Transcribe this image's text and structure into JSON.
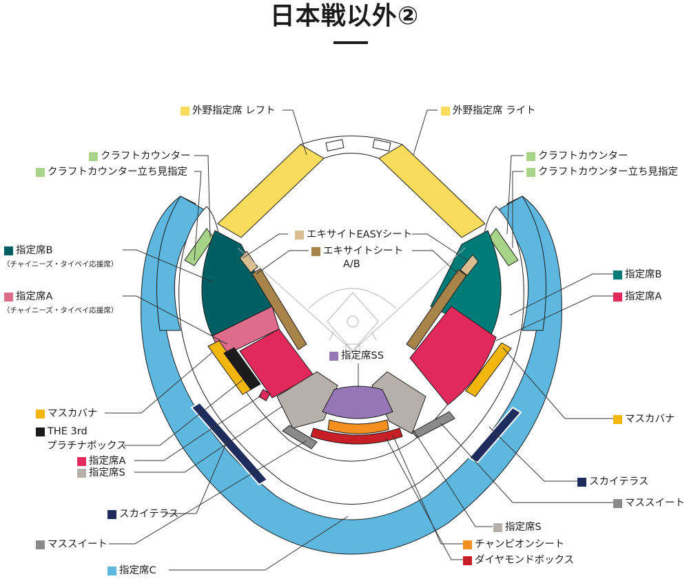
{
  "title": "日本戦以外②",
  "colors": {
    "outfield": "#f9dc5c",
    "craft": "#a8d48a",
    "reserved_b": "#005f63",
    "reserved_b_right": "#007c78",
    "reserved_a_pink": "#de6d8c",
    "reserved_a": "#e2295c",
    "mascabana": "#f2b60f",
    "the3rd": "#1b1b1b",
    "reserved_s": "#b6b0aa",
    "sky_terrace": "#1d2c5c",
    "mass_suite": "#8a8a8a",
    "reserved_c": "#5eb7df",
    "ss": "#9577b6",
    "champion": "#f3901f",
    "diamond": "#c81e26",
    "excite": "#a9844a",
    "excite_easy": "#d9be92"
  },
  "labels": {
    "outfield_left": "外野指定席 レフト",
    "outfield_right": "外野指定席 ライト",
    "craft_left": "クラフトカウンター",
    "craft_stand_left": "クラフトカウンター立ち見指定",
    "craft_right": "クラフトカウンター",
    "craft_stand_right": "クラフトカウンター立ち見指定",
    "excite_easy": "エキサイトEASYシート",
    "excite": "エキサイトシート",
    "excite_ab": "A/B",
    "reserved_b_left": "指定席B",
    "reserved_b_left_sub": "（チャイニーズ・タイペイ応援席）",
    "reserved_a_left": "指定席A",
    "reserved_a_left_sub": "（チャイニーズ・タイペイ応援席）",
    "reserved_b_right": "指定席B",
    "reserved_a_right": "指定席A",
    "ss": "指定席SS",
    "mascabana_left": "マスカバナ",
    "the3rd_line1": "THE 3rd",
    "the3rd_line2": "プラチナボックス",
    "reserved_a_low": "指定席A",
    "reserved_s_left": "指定席S",
    "sky_terrace_left": "スカイテラス",
    "mass_suite_left": "マススイート",
    "reserved_c": "指定席C",
    "mascabana_right": "マスカバナ",
    "sky_terrace_right": "スカイテラス",
    "mass_suite_right": "マススイート",
    "reserved_s_right": "指定席S",
    "champion": "チャンピオンシート",
    "diamond": "ダイヤモンドボックス"
  }
}
